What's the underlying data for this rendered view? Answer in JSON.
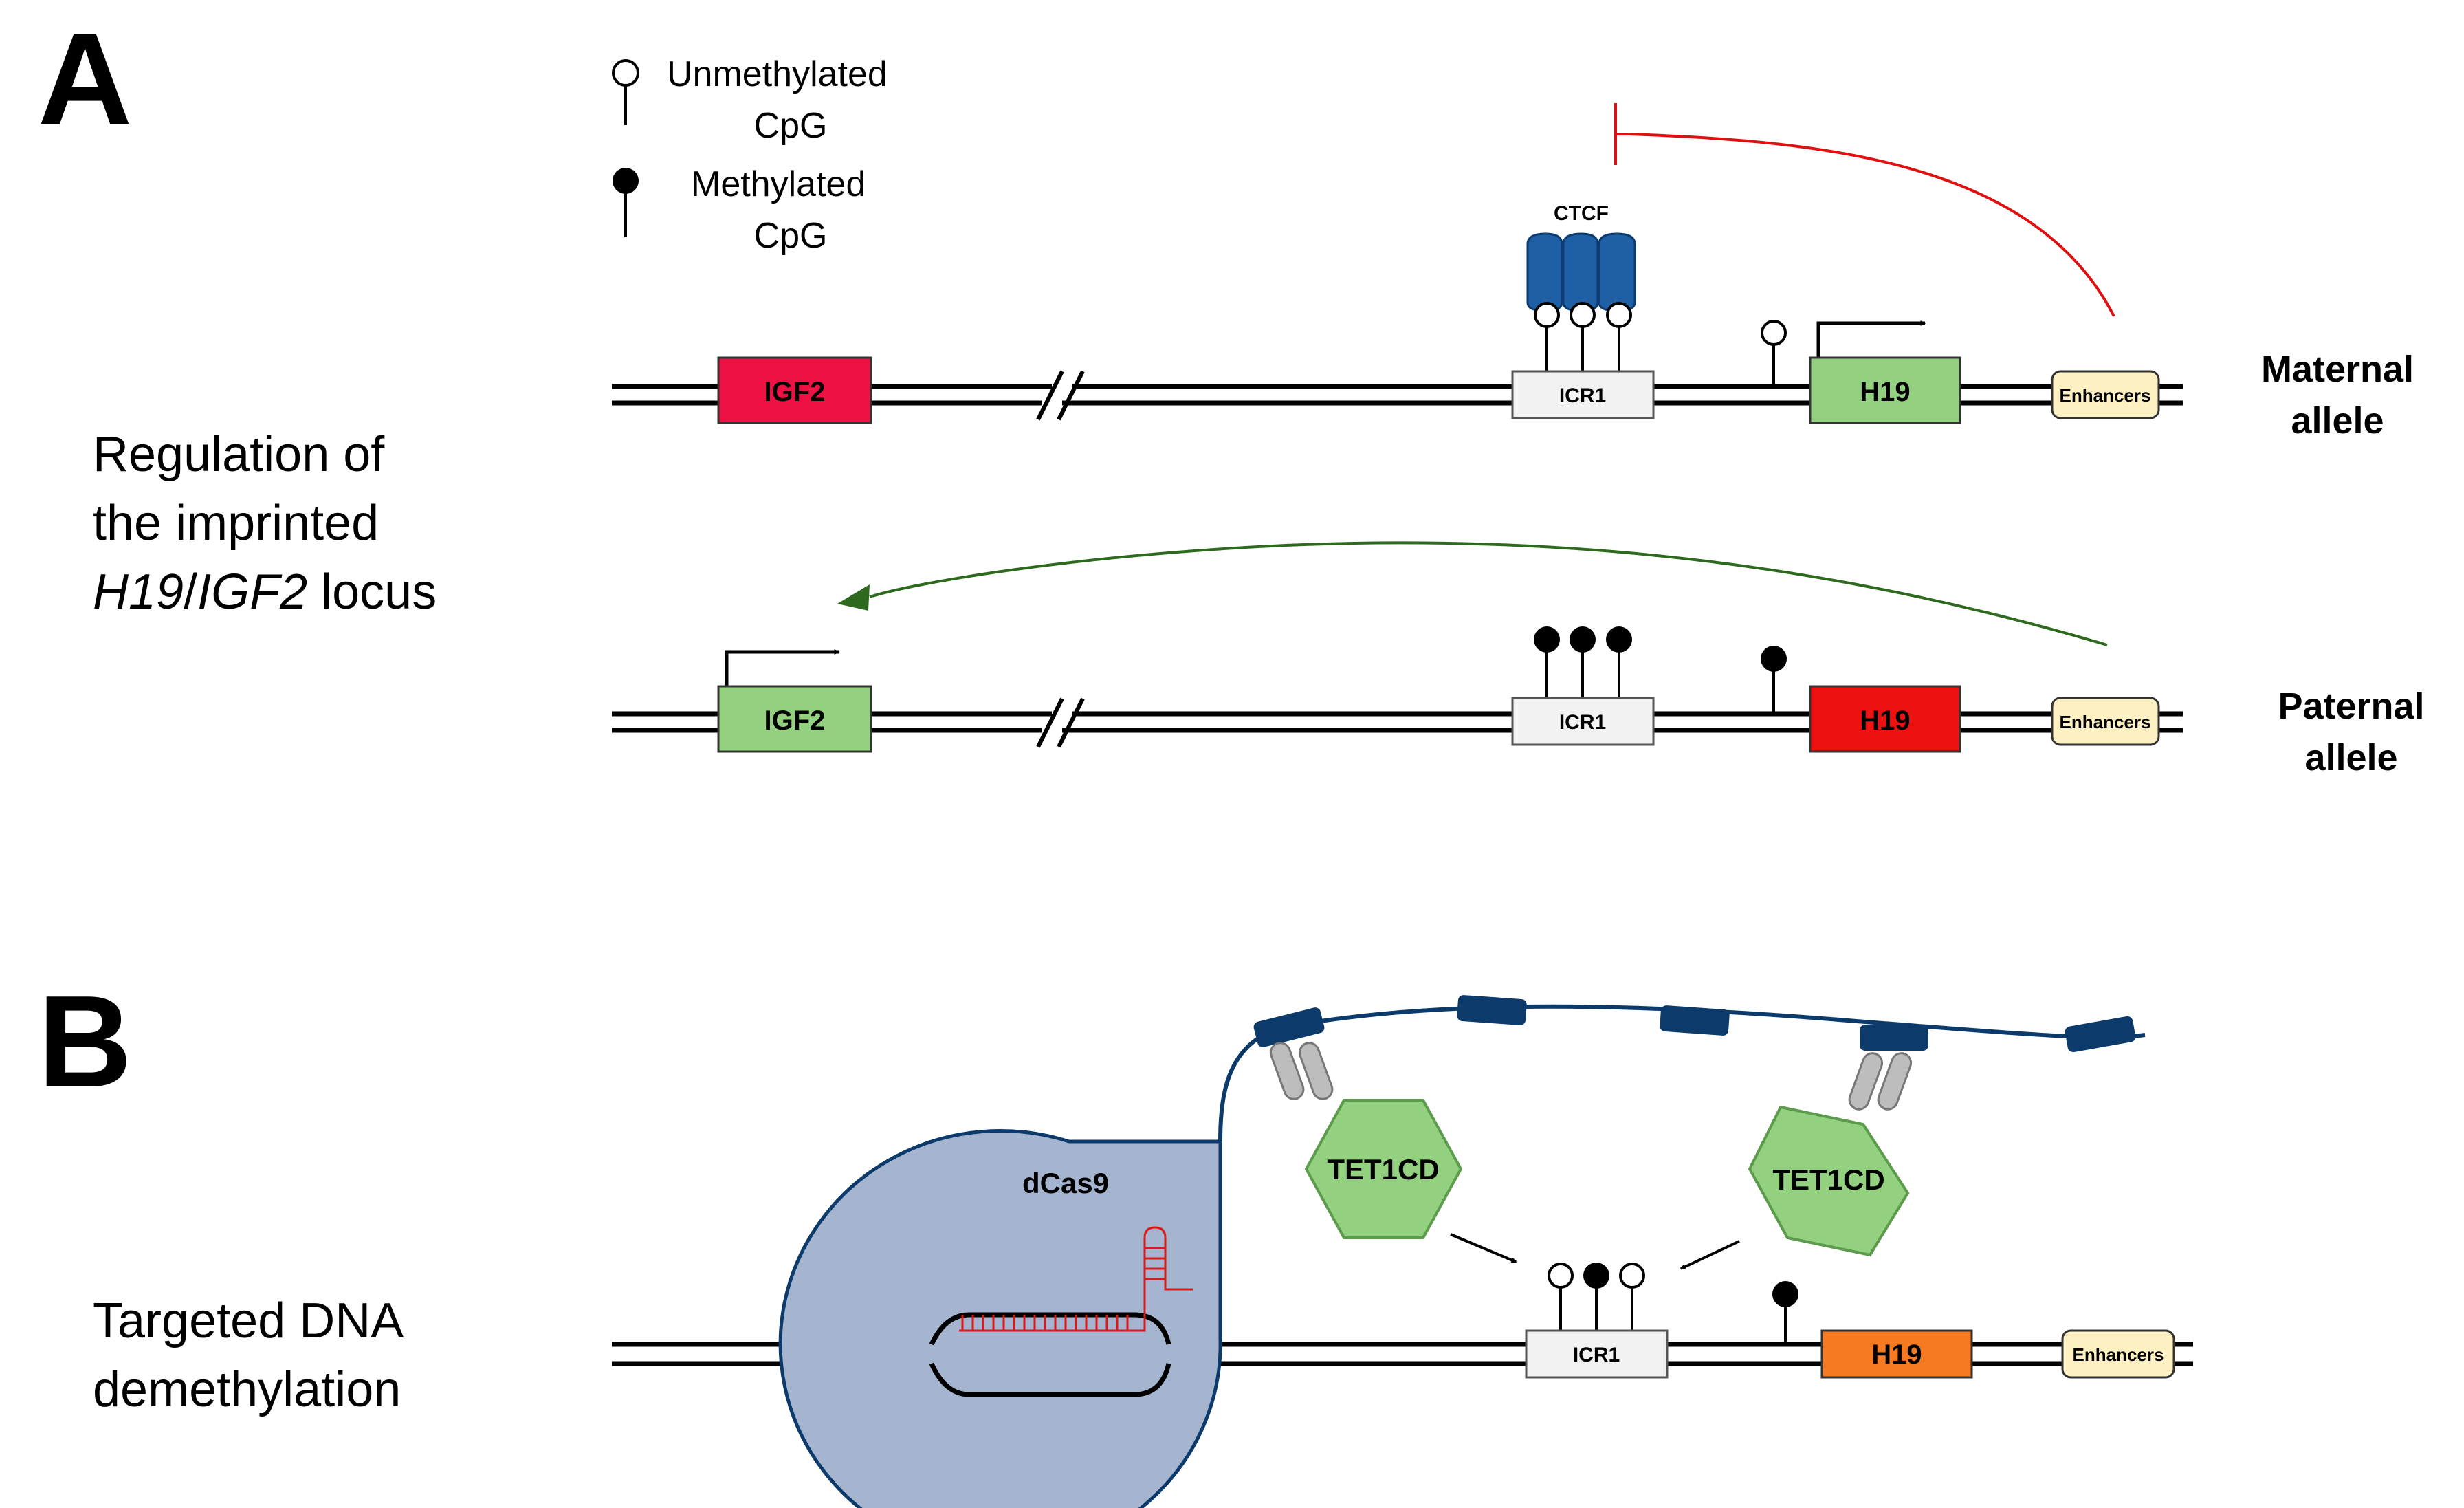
{
  "panels": {
    "a": {
      "letter": "A",
      "title_line1": "Regulation of",
      "title_line2": "the imprinted",
      "title_gene1": "H19",
      "title_sep": "/",
      "title_gene2": "IGF2",
      "title_suffix": " locus"
    },
    "b": {
      "letter": "B",
      "title_line1": "Targeted DNA",
      "title_line2": "demethylation"
    }
  },
  "legend": {
    "unmethylated_line1": "Unmethylated",
    "unmethylated_line2": "CpG",
    "methylated_line1": "Methylated",
    "methylated_line2": "CpG"
  },
  "maternal": {
    "label_line1": "Maternal",
    "label_line2": "allele",
    "igf2": "IGF2",
    "icr1": "ICR1",
    "h19": "H19",
    "enhancers": "Enhancers",
    "ctcf": "CTCF"
  },
  "paternal": {
    "label_line1": "Paternal",
    "label_line2": "allele",
    "igf2": "IGF2",
    "icr1": "ICR1",
    "h19": "H19",
    "enhancers": "Enhancers"
  },
  "panel_b": {
    "dcas9": "dCas9",
    "tet1": "TET1CD",
    "tet2": "TET1CD",
    "icr1": "ICR1",
    "h19": "H19",
    "enhancers": "Enhancers"
  },
  "colors": {
    "igf2_silenced": "#ee1144",
    "igf2_active": "#93d181",
    "h19_active": "#93d181",
    "h19_silenced": "#ee1111",
    "h19_panel_b": "#f57a22",
    "enhancers": "#fdf1c4",
    "icr1": "#f2f2f2",
    "ctcf": "#1f5fa6",
    "dcas9": "#a5b5cf",
    "tet": "#93d181",
    "linker_blue": "#0b3a6b",
    "block_arrow": "#e01010",
    "activate_arrow": "#2d6a1e"
  }
}
